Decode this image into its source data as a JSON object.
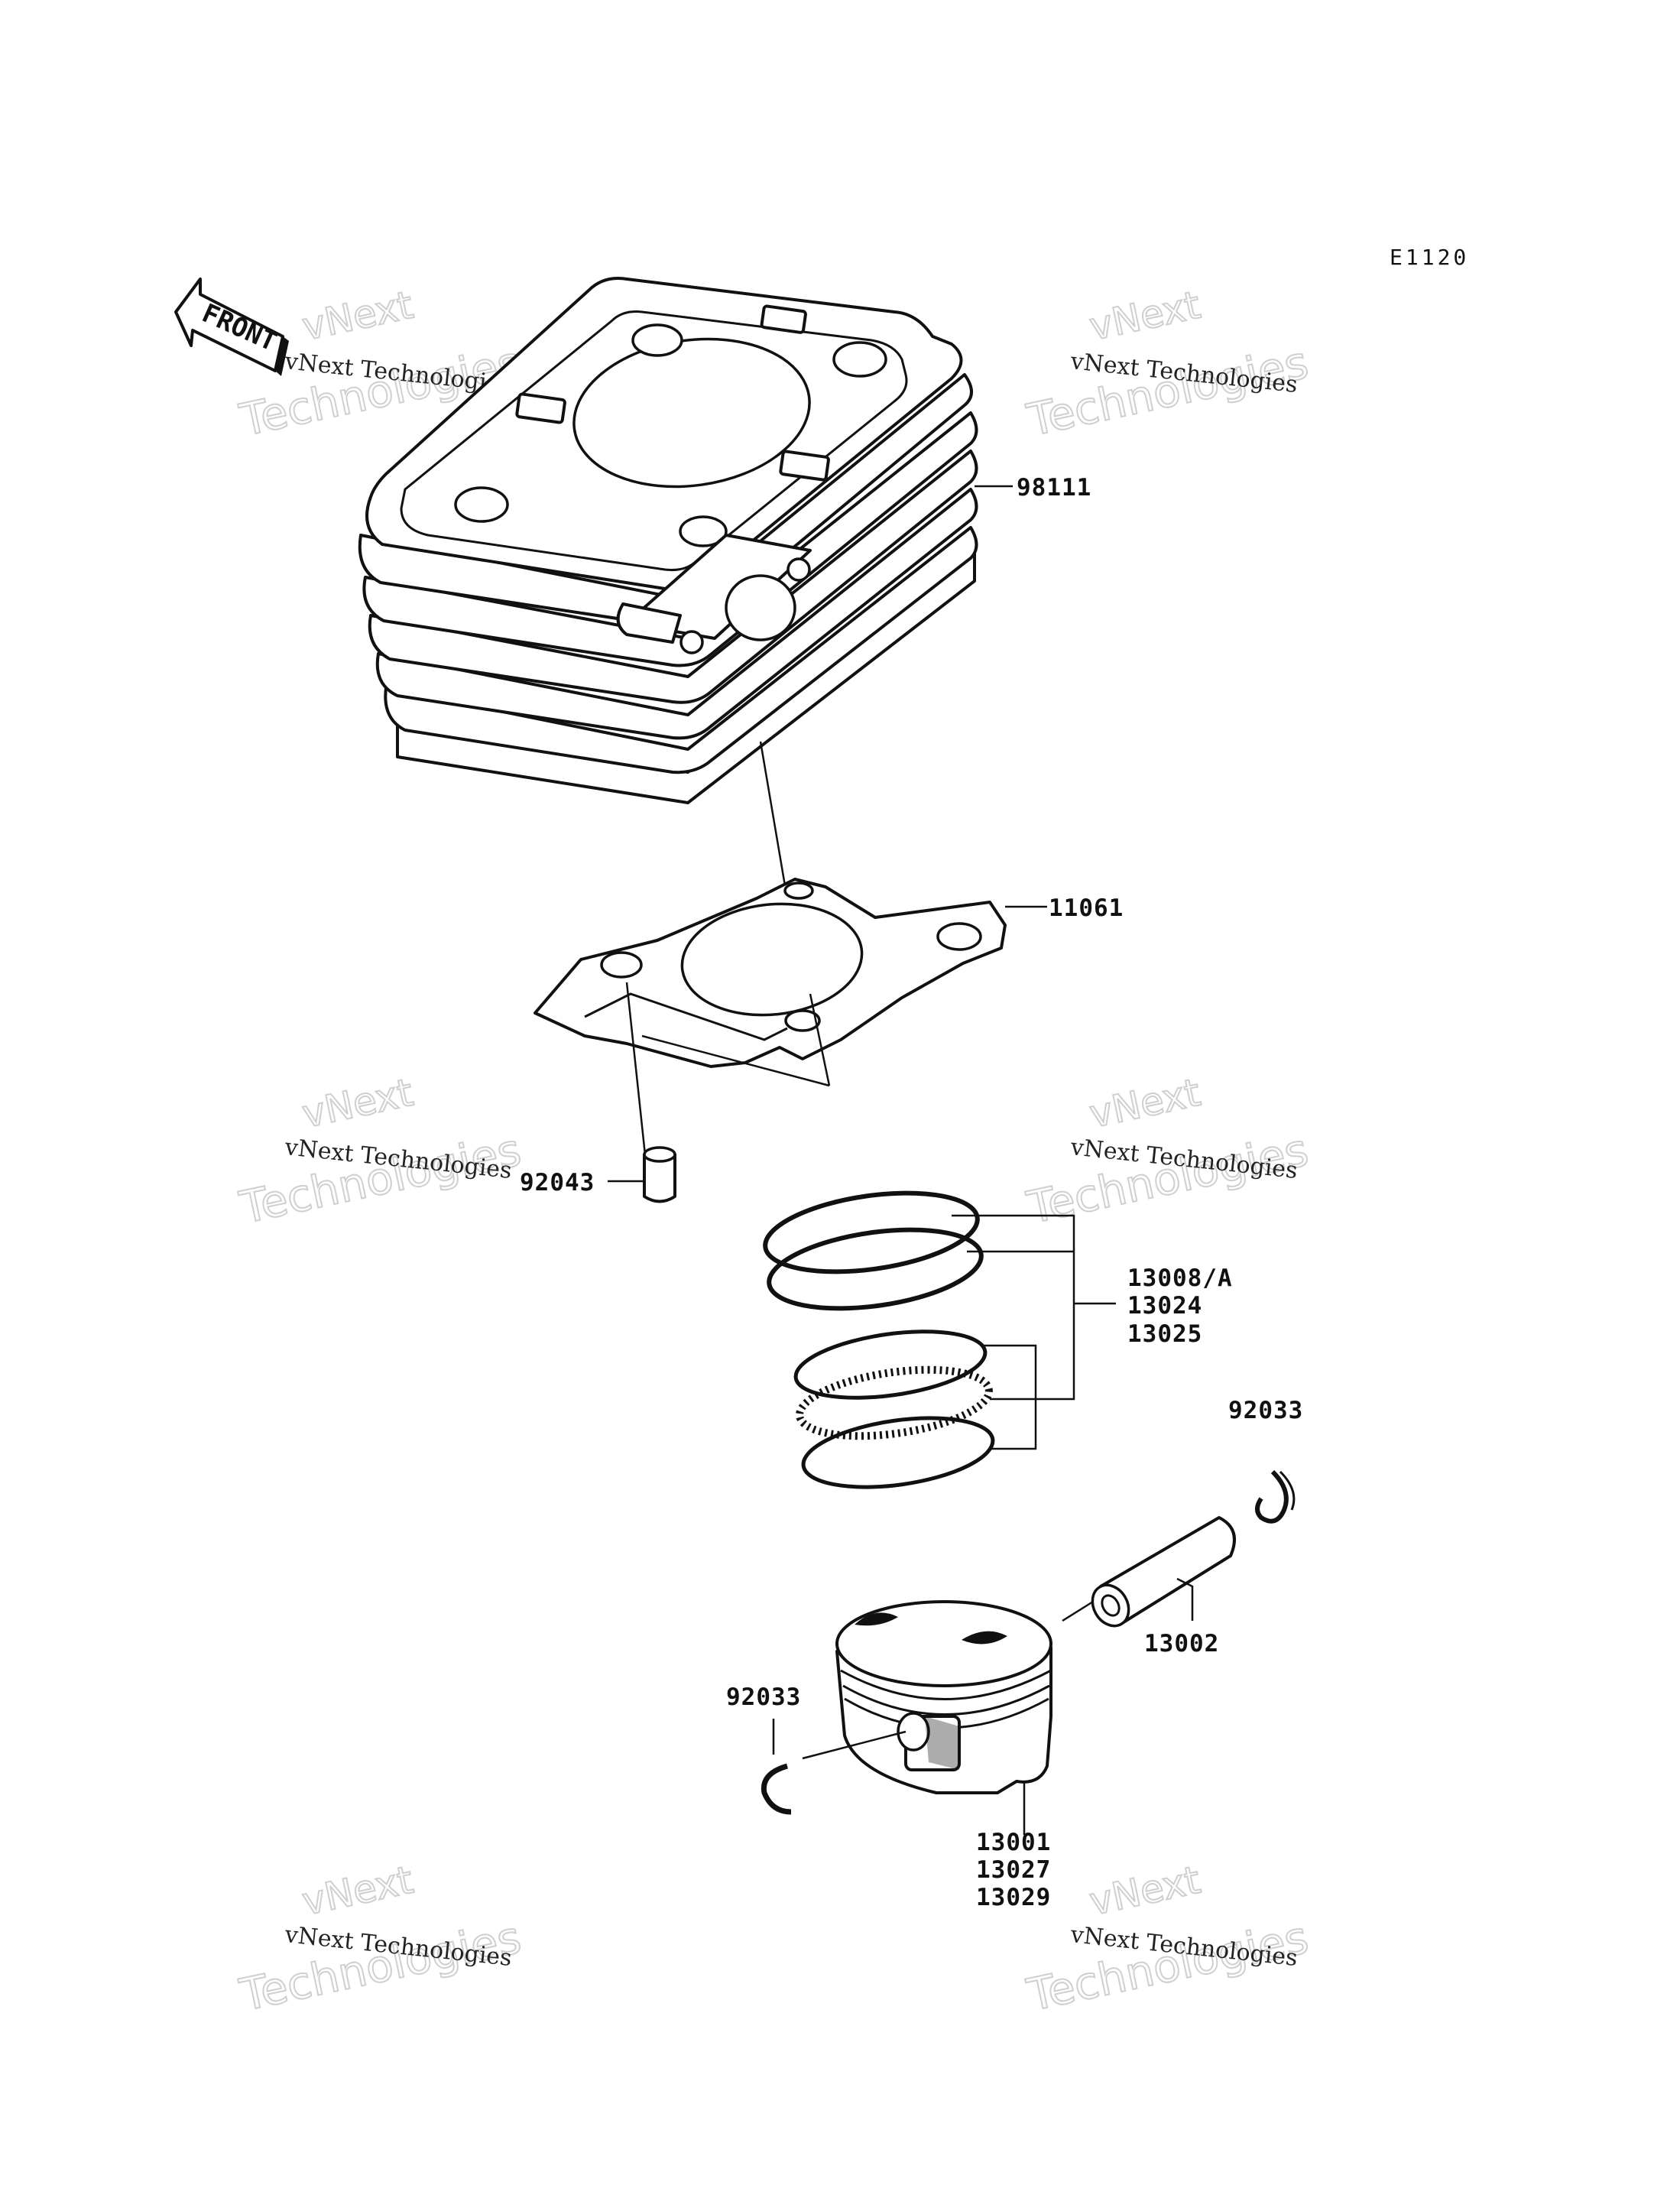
{
  "diagram": {
    "code": "E1120",
    "front_marker": "FRONT",
    "watermark": {
      "line1": "vNext Technologies",
      "line2a": "vNext",
      "line2b": "Technologies"
    },
    "callouts": {
      "cylinder": "98111",
      "gasket": "11061",
      "dowel_pin": "92043",
      "rings": [
        "13008/A",
        "13024",
        "13025"
      ],
      "snap_ring_right": "92033",
      "piston_pin": "13002",
      "snap_ring_left": "92033",
      "piston": [
        "13001",
        "13027",
        "13029"
      ]
    }
  }
}
